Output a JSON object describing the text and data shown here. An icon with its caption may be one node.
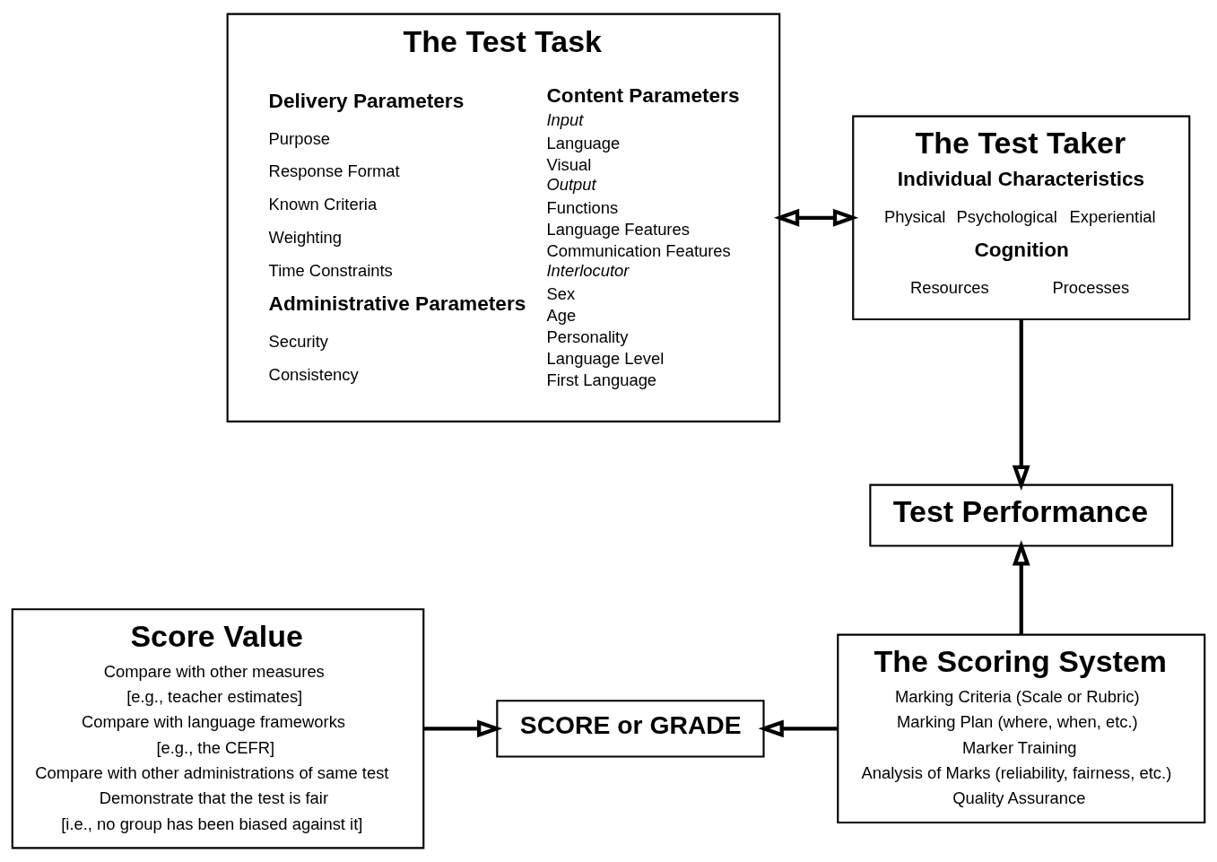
{
  "diagram": {
    "nodes": [
      {
        "text": [
          "The Test Task",
          "Delivery Parameters",
          "Purpose",
          "Response Format",
          "Known Criteria",
          "Weighting",
          "Time Constraints",
          "Administrative Parameters",
          "Security",
          "Consistency",
          "Content Parameters",
          "Input",
          "Language",
          "Visual",
          "Output",
          "Functions",
          "Language Features",
          "Communication Features",
          "Interlocutor",
          "Sex",
          "Age",
          "Personality",
          "Language Level",
          "First Language"
        ]
      },
      {
        "text": [
          "The Test Taker",
          "Individual Characteristics",
          "Physical",
          "Psychological",
          "Experiential",
          "Cognition",
          "Resources",
          "Processes"
        ]
      },
      {
        "text": [
          "Test Performance"
        ]
      },
      {
        "text": [
          "Score Value",
          "Compare with other measures",
          "[e.g., teacher estimates]",
          "Compare with language frameworks",
          "[e.g., the CEFR]",
          "Compare with other administrations of same test",
          "Demonstrate that the test is fair",
          "[i.e., no group has been biased against it]"
        ]
      },
      {
        "text": [
          "SCORE or GRADE"
        ]
      },
      {
        "text": [
          "The Scoring System",
          "Marking Criteria (Scale or Rubric)",
          "Marking Plan (where, when, etc.)",
          "Marker Training",
          "Analysis of Marks (reliability, fairness, etc.)",
          "Quality Assurance"
        ]
      }
    ],
    "edges": [
      {
        "from": 0,
        "to": 1,
        "arrow": "both"
      },
      {
        "from": 1,
        "to": 2,
        "arrow": "to"
      },
      {
        "from": 5,
        "to": 2,
        "arrow": "to"
      },
      {
        "from": 3,
        "to": 4,
        "arrow": "to"
      },
      {
        "from": 5,
        "to": 4,
        "arrow": "to"
      }
    ]
  }
}
